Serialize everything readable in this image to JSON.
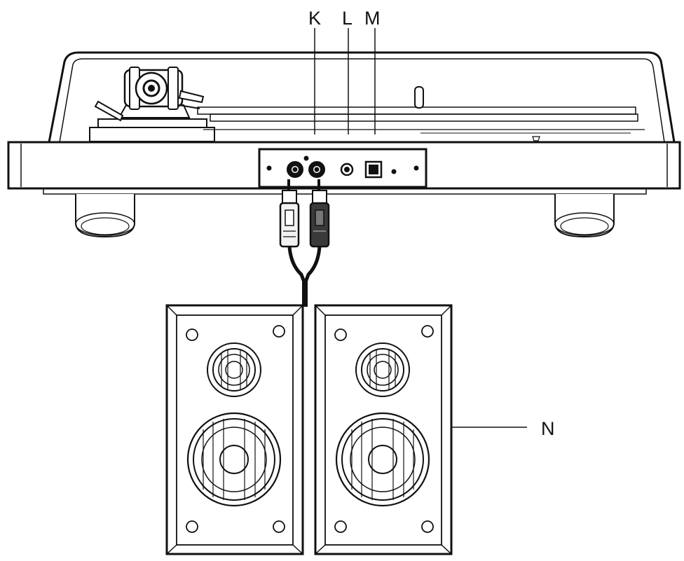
{
  "callouts": {
    "k": "K",
    "l": "L",
    "m": "M",
    "n": "N"
  },
  "colors": {
    "ink": "#111111",
    "panel_fill": "#ffffff",
    "plug_white": "#f2f2f2",
    "plug_red": "#3a3a3a",
    "shadow": "#9a9a9a"
  }
}
